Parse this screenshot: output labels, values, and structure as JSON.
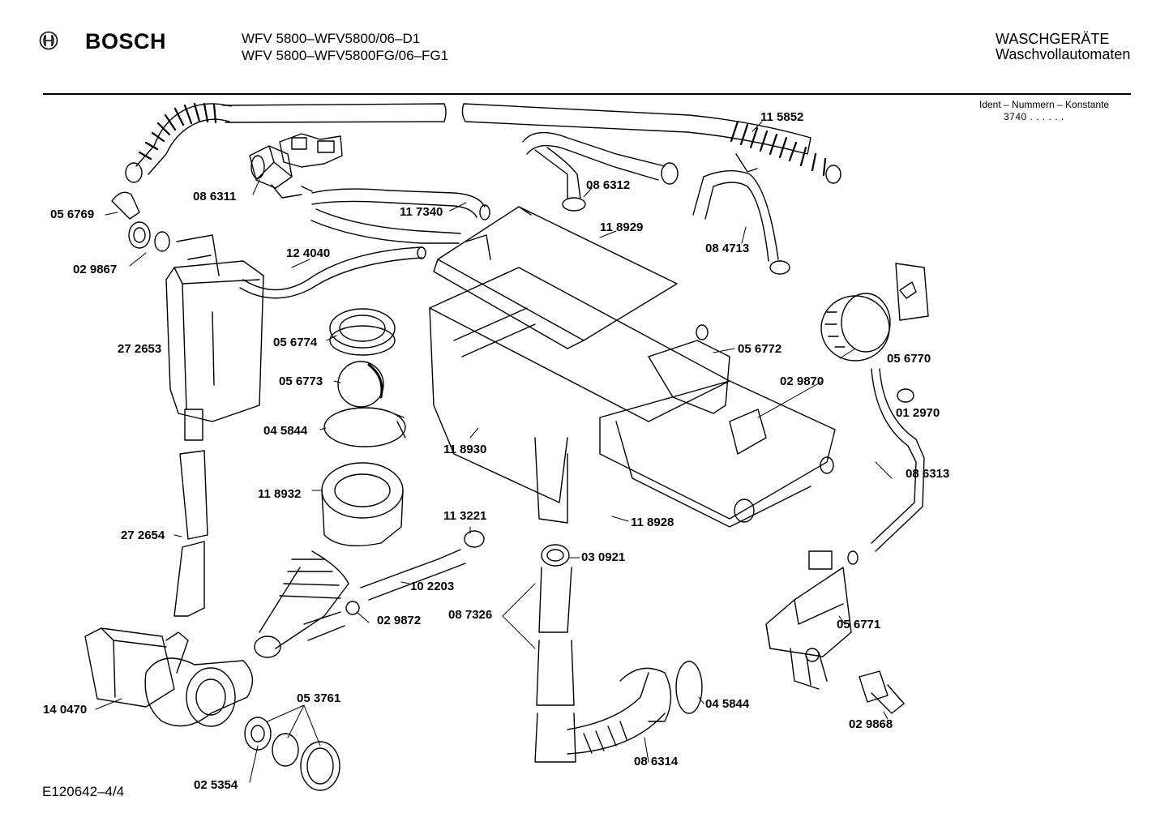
{
  "header": {
    "brand": "BOSCH",
    "model_line_1": "WFV 5800–WFV5800/06–D1",
    "model_line_2": "WFV 5800–WFV5800FG/06–FG1",
    "category_line_1": "WASCHGERÄTE",
    "category_line_2": "Waschvollautomaten",
    "ident_label": "Ident – Nummern – Konstante",
    "ident_value": "3740 . . . . . ."
  },
  "parts": [
    "11 5852",
    "08 6311",
    "08 6312",
    "11 7340",
    "05 6769",
    "11 8929",
    "08 4713",
    "02 9867",
    "12 4040",
    "05 6774",
    "27 2653",
    "05 6772",
    "05 6770",
    "05 6773",
    "02 9870",
    "01 2970",
    "04 5844",
    "11 8930",
    "11 8932",
    "08 6313",
    "11 3221",
    "11 8928",
    "27 2654",
    "03 0921",
    "10 2203",
    "02 9872",
    "08 7326",
    "05 6771",
    "14 0470",
    "05 3761",
    "04 5844",
    "02 9868",
    "08 6314",
    "02 5354"
  ],
  "footer": {
    "drawing_id": "E120642–4/4"
  },
  "colors": {
    "ink": "#000000",
    "paper": "#ffffff"
  }
}
